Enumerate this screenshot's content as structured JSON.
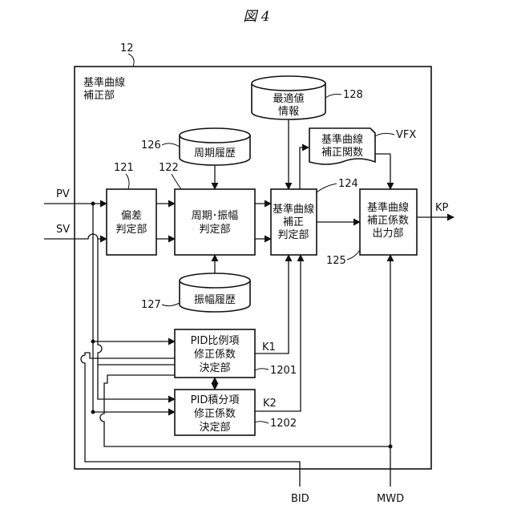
{
  "figure": {
    "title": "図 4"
  },
  "unit": {
    "ref": "12",
    "label_line1": "基準曲線",
    "label_line2": "補正部"
  },
  "inputs": {
    "pv": "PV",
    "sv": "SV",
    "bid": "BID",
    "mwd": "MWD"
  },
  "output": {
    "kp": "KP"
  },
  "blocks": {
    "deviation": {
      "ref": "121",
      "line1": "偏差",
      "line2": "判定部"
    },
    "period_amp": {
      "ref": "122",
      "line1": "周期･振幅",
      "line2": "判定部"
    },
    "corr_judge": {
      "ref": "124",
      "line1": "基準曲線",
      "line2": "補正",
      "line3": "判定部"
    },
    "coef_output": {
      "ref": "125",
      "line1": "基準曲線",
      "line2": "補正係数",
      "line3": "出力部"
    },
    "pid_p": {
      "ref": "1201",
      "line1": "PID比例項",
      "line2": "修正係数",
      "line3": "決定部",
      "signal": "K1"
    },
    "pid_i": {
      "ref": "1202",
      "line1": "PID積分項",
      "line2": "修正係数",
      "line3": "決定部",
      "signal": "K2"
    }
  },
  "databases": {
    "max_value": {
      "ref": "128",
      "line1": "最適値",
      "line2": "情報"
    },
    "period_history": {
      "ref": "126",
      "line1": "周期履歴"
    },
    "amp_history": {
      "ref": "127",
      "line1": "振幅履歴"
    }
  },
  "function_doc": {
    "ref": "VFX",
    "line1": "基準曲線",
    "line2": "補正関数"
  }
}
